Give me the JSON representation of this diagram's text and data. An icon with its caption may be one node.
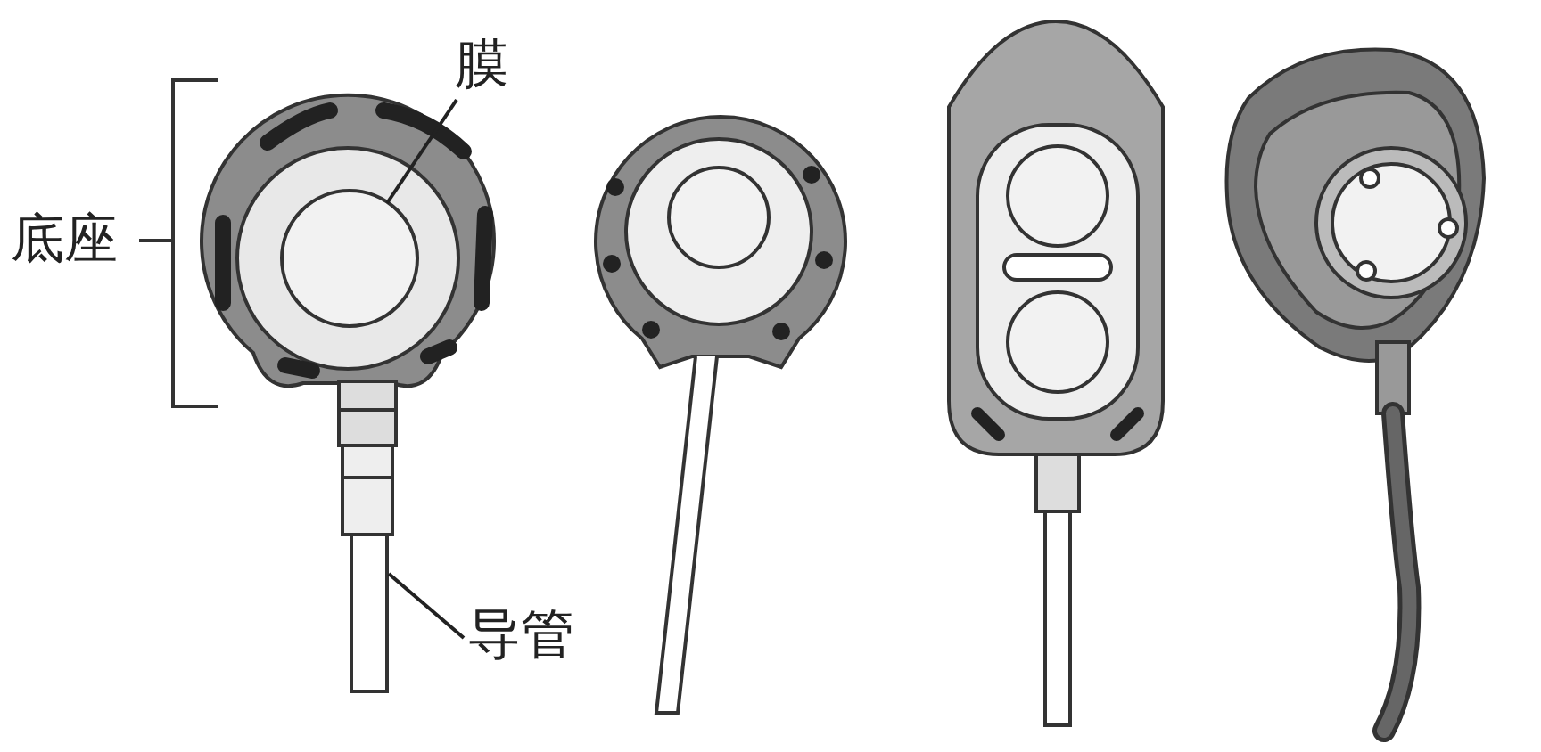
{
  "diagram": {
    "nodes": [
      {
        "text": [
          "膜"
        ]
      },
      {
        "text": [],
        "shape": "circle"
      },
      {
        "text": [
          "导管"
        ]
      },
      {
        "text": [],
        "shape": "bar"
      }
    ],
    "edges": [
      {
        "from": 0,
        "to": 1,
        "arrow": "none"
      },
      {
        "from": 2,
        "to": 3,
        "arrow": "none"
      }
    ],
    "labels": [
      "底座"
    ]
  }
}
